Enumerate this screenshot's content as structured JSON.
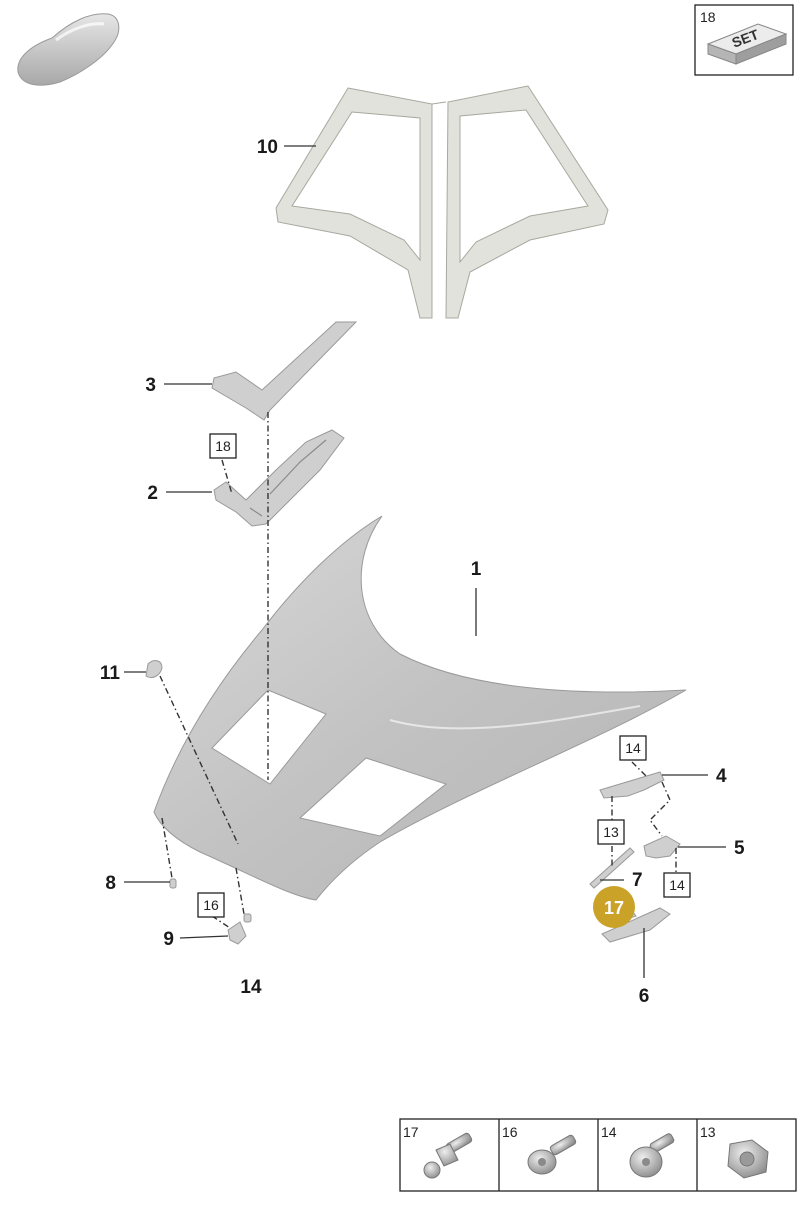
{
  "callouts": {
    "c1": "1",
    "c2": "2",
    "c3": "3",
    "c4": "4",
    "c5": "5",
    "c6": "6",
    "c7": "7",
    "c8": "8",
    "c9": "9",
    "c10": "10",
    "c11": "11",
    "c14": "14"
  },
  "boxed_refs": {
    "r18": "18",
    "r16": "16",
    "r14a": "14",
    "r13": "13",
    "r14b": "14"
  },
  "highlight": {
    "label": "17",
    "color": "#c9a227"
  },
  "set_panel": {
    "number": "18",
    "label": "SET"
  },
  "fastener_panel": [
    {
      "number": "17",
      "icon": "ball-stud-icon"
    },
    {
      "number": "16",
      "icon": "pan-head-screw-icon"
    },
    {
      "number": "14",
      "icon": "flange-bolt-icon"
    },
    {
      "number": "13",
      "icon": "hex-nut-icon"
    }
  ],
  "icons": {
    "vehicle": "car-silhouette-icon"
  }
}
